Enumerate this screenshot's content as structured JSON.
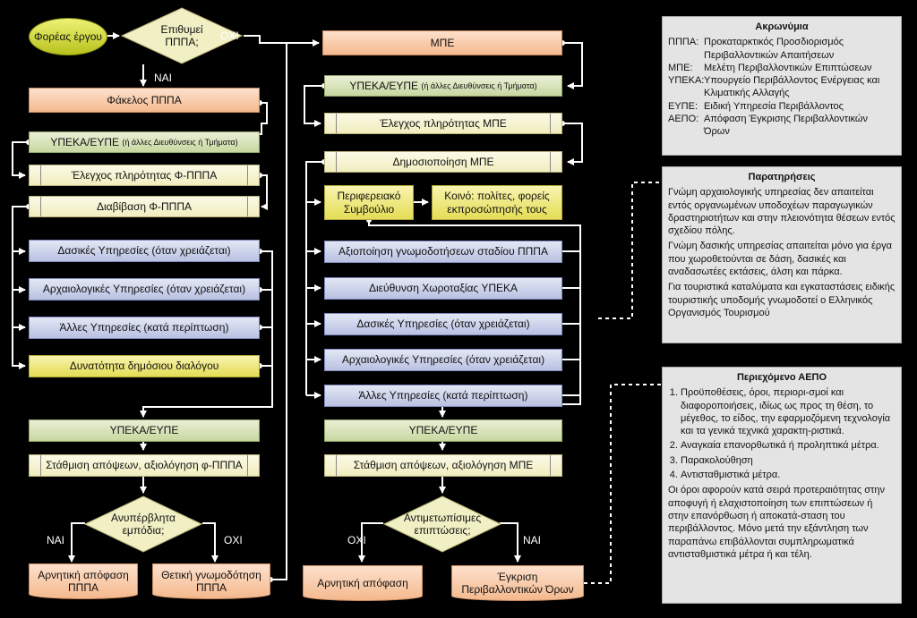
{
  "start": "Φορέας έργου",
  "q_pppa": "Επιθυμεί ΠΠΠΑ;",
  "label_oxi": "ΟΧΙ",
  "label_nai": "ΝΑΙ",
  "fakelos": "Φάκελος ΠΠΠΑ",
  "ypeka_other": "ΥΠΕΚΑ/ΕΥΠΕ",
  "ypeka_other_small": "(ή άλλες Διευθύνσεις ή Τμήματα)",
  "check_fpppa": "Έλεγχος πληρότητας Φ-ΠΠΠΑ",
  "diavivasi": "Διαβίβαση Φ-ΠΠΠΑ",
  "dasikes": "Δασικές Υπηρεσίες (όταν χρειάζεται)",
  "arxaio": "Αρχαιολογικές Υπηρεσίες (όταν χρειάζεται)",
  "alles": "Άλλες Υπηρεσίες (κατά περίπτωση)",
  "dialogos": "Δυνατότητα δημόσιου διαλόγου",
  "ypeka": "ΥΠΕΚΑ/ΕΥΠΕ",
  "stathmisi_fpppa": "Στάθμιση απόψεων, αξιολόγηση φ-ΠΠΠΑ",
  "q_empodia": "Ανυπέρβλητα εμπόδια;",
  "neg_pppa": "Αρνητική απόφαση ΠΠΠΑ",
  "pos_pppa": "Θετική γνωμοδότηση ΠΠΠΑ",
  "mpe": "ΜΠΕ",
  "check_mpe": "Έλεγχος πληρότητας ΜΠΕ",
  "dimosiopoiisi": "Δημοσιοποίηση ΜΠΕ",
  "perifereiako": "Περιφερειακό Συμβούλιο",
  "koino": "Κοινό: πολίτες, φορείς εκπροσώπησής τους",
  "axiopoiisi": "Αξιοποίηση γνωμοδοτήσεων σταδίου ΠΠΠΑ",
  "xorotaxia": "Διεύθυνση Χωροταξίας ΥΠΕΚΑ",
  "stathmisi_mpe": "Στάθμιση απόψεων, αξιολόγηση ΜΠΕ",
  "q_antim": "Αντιμετωπίσιμες επιπτώσεις;",
  "neg_dec": "Αρνητική απόφαση",
  "egkrisi": "Έγκριση Περιβαλλοντικών Όρων",
  "acronyms": {
    "title": "Ακρωνύμια",
    "items": [
      {
        "k": "ΠΠΠΑ:",
        "v": "Προκαταρκτικός Προσδιορισμός Περιβαλλοντικών Απαιτήσεων"
      },
      {
        "k": "ΜΠΕ:",
        "v": "Μελέτη Περιβαλλοντικών Επιπτώσεων"
      },
      {
        "k": "ΥΠΕΚΑ:",
        "v": "Υπουργείο Περιβάλλοντος Ενέργειας και Κλιματικής Αλλαγής"
      },
      {
        "k": "ΕΥΠΕ:",
        "v": "Ειδική Υπηρεσία Περιβάλλοντος"
      },
      {
        "k": "ΑΕΠΟ:",
        "v": "Απόφαση Έγκρισης Περιβαλλοντικών Όρων"
      }
    ]
  },
  "notes": {
    "title": "Παρατηρήσεις",
    "p1": "Γνώμη αρχαιολογικής υπηρεσίας δεν απαιτείται εντός οργανωμένων υποδοχέων παραγωγικών δραστηριοτήτων και στην πλειονότητα θέσεων εντός σχεδίου πόλης.",
    "p2": "Γνώμη δασικής υπηρεσίας απαιτείται μόνο για έργα που χωροθετούνται σε δάση, δασικές και αναδασωτέες εκτάσεις, άλση και πάρκα.",
    "p3": "Για τουριστικά καταλύματα και εγκαταστάσεις ειδικής τουριστικής υποδομής γνωμοδοτεί ο Ελληνικός Οργανισμός Τουρισμού"
  },
  "aepo": {
    "title": "Περιεχόμενο ΑΕΠΟ",
    "items": [
      "Προϋποθέσεις, όροι, περιορι-σμοί και διαφοροποιήσεις, ιδίως ως προς τη θέση, το μέγεθος, το είδος, την εφαρμοζόμενη τεχνολογία και τα γενικά τεχνικά χαρακτη-ριστικά.",
      "Αναγκαία επανορθωτικά ή προληπτικά μέτρα.",
      "Παρακολούθηση",
      "Αντισταθμιστικά μέτρα."
    ],
    "p1": "Οι όροι αφορούν κατά σειρά προτεραιότητας στην αποφυγή ή ελαχιστοποίηση των επιπτώσεων ή στην επανόρθωση ή αποκατά-σταση του περιβάλλοντος. Μόνο μετά την εξάντληση των παραπάνω επιβάλλονται συμπληρωματικά αντισταθμιστικά μέτρα ή και τέλη."
  }
}
